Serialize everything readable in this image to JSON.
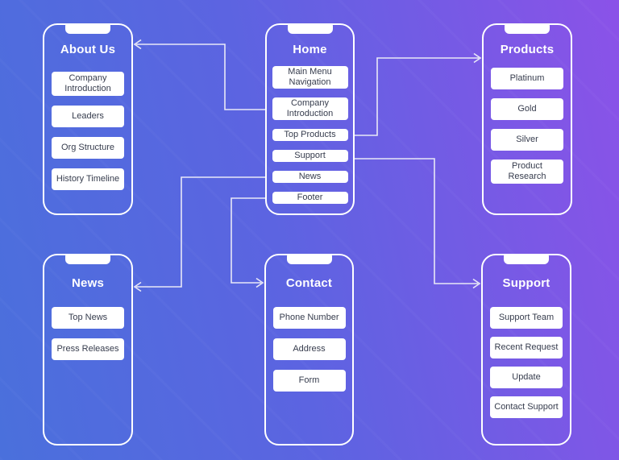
{
  "colors": {
    "background_blue": "#4a70dc",
    "background_purple": "#8b52e8",
    "frame_white": "#ffffff",
    "item_text": "#363c4d",
    "connector": "#e8e8f7"
  },
  "screens": [
    {
      "id": "about-us",
      "title": "About Us",
      "items": [
        "Company Introduction",
        "Leaders",
        "Org Structure",
        "History Timeline"
      ]
    },
    {
      "id": "home",
      "title": "Home",
      "items": [
        "Main Menu Navigation",
        "Company Introduction",
        "Top Products",
        "Support",
        "News",
        "Footer"
      ]
    },
    {
      "id": "products",
      "title": "Products",
      "items": [
        "Platinum",
        "Gold",
        "Silver",
        "Product Research"
      ]
    },
    {
      "id": "news",
      "title": "News",
      "items": [
        "Top News",
        "Press Releases"
      ]
    },
    {
      "id": "contact",
      "title": "Contact",
      "items": [
        "Phone Number",
        "Address",
        "Form"
      ]
    },
    {
      "id": "support",
      "title": "Support",
      "items": [
        "Support Team",
        "Recent Request",
        "Update",
        "Contact Support"
      ]
    }
  ],
  "connectors": [
    {
      "from": "Home",
      "to": "About Us"
    },
    {
      "from": "Home",
      "to": "Products"
    },
    {
      "from": "Home",
      "to": "Support"
    },
    {
      "from": "Home",
      "to": "News"
    },
    {
      "from": "Home",
      "to": "Contact"
    }
  ]
}
